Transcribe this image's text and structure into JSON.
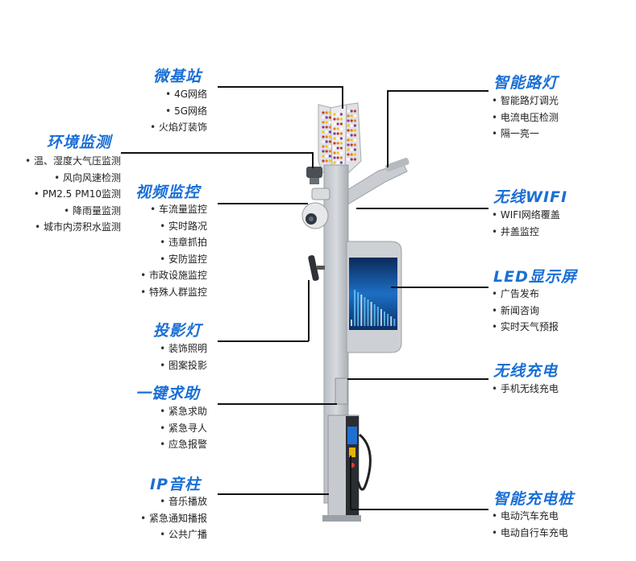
{
  "left": [
    {
      "title": "微基站",
      "items": [
        "4G网络",
        "5G网络",
        "火焰灯装饰"
      ]
    },
    {
      "title": "环境监测",
      "items": [
        "温、湿度大气压监测",
        "风向风速检测",
        "PM2.5  PM10监测",
        "降雨量监测",
        "城市内涝积水监测"
      ]
    },
    {
      "title": "视频监控",
      "items": [
        "车流量监控",
        "实时路况",
        "违章抓拍",
        "安防监控",
        "市政设施监控",
        "特殊人群监控"
      ]
    },
    {
      "title": "投影灯",
      "items": [
        "装饰照明",
        "图案投影"
      ]
    },
    {
      "title": "一键求助",
      "items": [
        "紧急求助",
        "紧急寻人",
        "应急报警"
      ]
    },
    {
      "title": "IP音柱",
      "items": [
        "音乐播放",
        "紧急通知播报",
        "公共广播"
      ]
    }
  ],
  "right": [
    {
      "title": "智能路灯",
      "items": [
        "智能路灯调光",
        "电流电压检测",
        "隔一亮一"
      ]
    },
    {
      "title": "无线WIFI",
      "items": [
        "WIFI网络覆盖",
        "井盖监控"
      ]
    },
    {
      "title": "LED显示屏",
      "items": [
        "广告发布",
        "新闻咨询",
        "实时天气预报"
      ]
    },
    {
      "title": "无线充电",
      "items": [
        "手机无线充电"
      ]
    },
    {
      "title": "智能充电桩",
      "items": [
        "电动汽车充电",
        "电动自行车充电"
      ]
    }
  ]
}
